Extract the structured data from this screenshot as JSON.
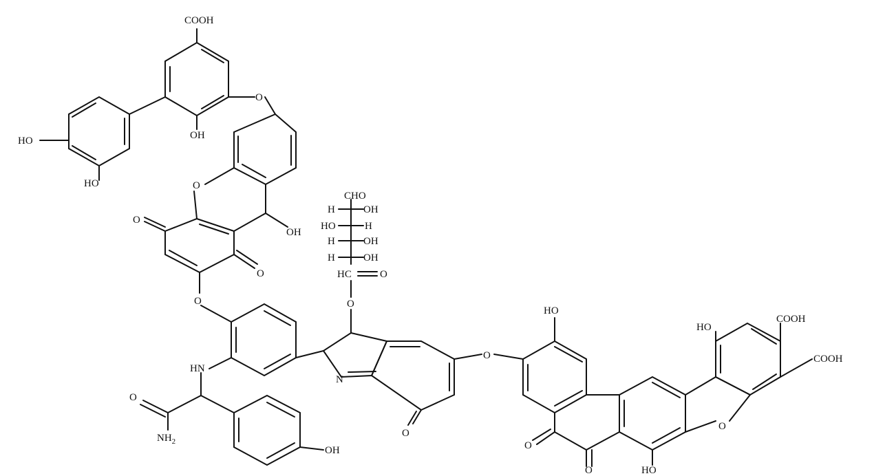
{
  "labels": {
    "cooh_top": "COOH",
    "ho_left": "HO",
    "ho_left2": "HO",
    "oh_phenol": "OH",
    "o_ether1": "O",
    "o_xanth": "O",
    "o_keto1": "O",
    "oh_xanth": "OH",
    "o_keto2": "O",
    "o_ether2": "O",
    "sugar_cho": "CHO",
    "sugar_r1_h": "H",
    "sugar_r1_oh": "OH",
    "sugar_r2_ho": "HO",
    "sugar_r2_h": "H",
    "sugar_r3_h": "H",
    "sugar_r3_oh": "OH",
    "sugar_r4_h": "H",
    "sugar_r4_oh": "OH",
    "sugar_hc": "HC",
    "sugar_o_dbl": "O",
    "o_ester": "O",
    "hn": "HN",
    "o_amide": "O",
    "nh2": "NH",
    "nh2_sub": "2",
    "oh_para": "OH",
    "n_ring": "N",
    "o_keto3": "O",
    "o_ether3": "O",
    "ho_right1": "HO",
    "ho_right2": "HO",
    "cooh_r1": "COOH",
    "cooh_r2": "COOH",
    "o_furan": "O",
    "o_keto4": "O",
    "o_keto5": "O",
    "ho_bottom": "HO"
  }
}
